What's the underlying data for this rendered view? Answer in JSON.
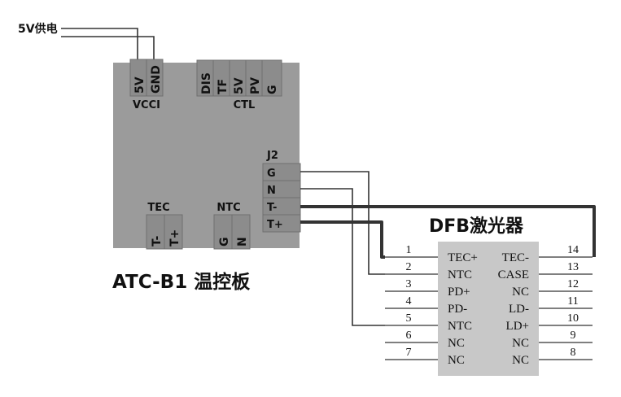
{
  "power_label": "5V供电",
  "board": {
    "title": "ATC-B1 温控板",
    "vcci": {
      "group": "VCCI",
      "pins": [
        "5V",
        "GND"
      ]
    },
    "ctl": {
      "group": "CTL",
      "pins": [
        "DIS",
        "TF",
        "5V",
        "PV",
        "G"
      ]
    },
    "tec": {
      "group": "TEC",
      "pins": [
        "T-",
        "T+"
      ]
    },
    "ntc": {
      "group": "NTC",
      "pins": [
        "G",
        "N"
      ]
    },
    "j2": {
      "group": "J2",
      "pins": [
        "G",
        "N",
        "T-",
        "T+"
      ]
    }
  },
  "dfb": {
    "title": "DFB激光器",
    "left_pins": [
      {
        "num": "1",
        "label": "TEC+"
      },
      {
        "num": "2",
        "label": "NTC"
      },
      {
        "num": "3",
        "label": "PD+"
      },
      {
        "num": "4",
        "label": "PD-"
      },
      {
        "num": "5",
        "label": "NTC"
      },
      {
        "num": "6",
        "label": "NC"
      },
      {
        "num": "7",
        "label": "NC"
      }
    ],
    "right_pins": [
      {
        "num": "14",
        "label": "TEC-"
      },
      {
        "num": "13",
        "label": "CASE"
      },
      {
        "num": "12",
        "label": "NC"
      },
      {
        "num": "11",
        "label": "LD-"
      },
      {
        "num": "10",
        "label": "LD+"
      },
      {
        "num": "9",
        "label": "NC"
      },
      {
        "num": "8",
        "label": "NC"
      }
    ]
  },
  "colors": {
    "board_fill": "#9b9b9b",
    "terminal_fill": "#8c8c8c",
    "terminal_stroke": "#6f6f6f",
    "dfb_fill": "#c8c8c8",
    "wire": "#333333",
    "text": "#111111"
  }
}
